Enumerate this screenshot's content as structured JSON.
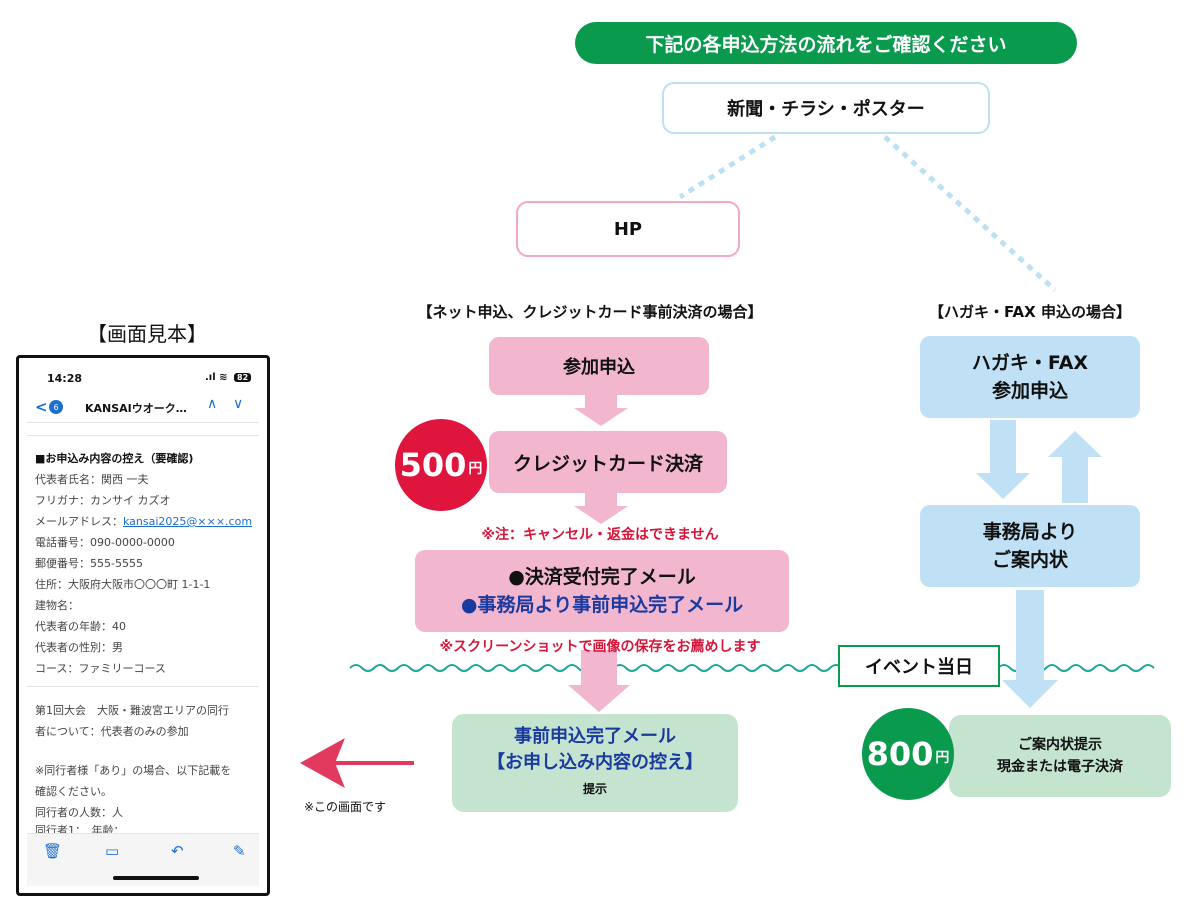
{
  "banner": "下記の各申込方法の流れをご確認ください",
  "source_box": "新聞・チラシ・ポスター",
  "hp_box": "HP",
  "section_net": "【ネット申込、クレジットカード事前決済の場合】",
  "section_fax": "【ハガキ・FAX 申込の場合】",
  "net_flow": {
    "apply": "参加申込",
    "price_num": "500",
    "price_unit": "円",
    "credit": "クレジットカード決済",
    "note_cancel": "※注：キャンセル・返金はできません",
    "mail_line1": "●決済受付完了メール",
    "mail_line2": "●事務局より事前申込完了メール",
    "note_screenshot": "※スクリーンショットで画像の保存をお薦めします",
    "prior_line1": "事前申込完了メール",
    "prior_line2": "【お申し込み内容の控え】",
    "prior_line3": "提示"
  },
  "fax_flow": {
    "apply_line1": "ハガキ・FAX",
    "apply_line2": "参加申込",
    "office_line1": "事務局より",
    "office_line2": "ご案内状",
    "price_num": "800",
    "price_unit": "円",
    "present_line1": "ご案内状提示",
    "present_line2": "現金または電子決済"
  },
  "event_day": "イベント当日",
  "screen_label": "【画面見本】",
  "caption": "※この画面です",
  "phone": {
    "time": "14:28",
    "signal": ".ıl",
    "wifi": "≋",
    "battery": "82",
    "back_badge": "6",
    "mail_title": "KANSAIウオーク…",
    "mail_lines": [
      "■お申込み内容の控え（要確認)",
      "代表者氏名：関西 一夫",
      "フリガナ：カンサイ カズオ",
      "メールアドレス：",
      "電話番号：090-0000-0000",
      "郵便番号：555-5555",
      "住所：大阪府大阪市〇〇〇町 1-1-1",
      "建物名：",
      "代表者の年齢：40",
      "代表者の性別：男",
      "コース：ファミリーコース",
      "第1回大会　大阪・難波宮エリアの同行",
      "者について：代表者のみの参加",
      "※同行者様「あり」の場合、以下記載を",
      "確認ください。",
      "同行者の人数：人",
      "同行者1：　年齢："
    ],
    "email_link": "kansai2025@×××.com",
    "toolbar": [
      "trash-icon",
      "folder-icon",
      "reply-icon",
      "compose-icon"
    ]
  },
  "colors": {
    "green": "#0a9a4e",
    "pink": "#f3b6cf",
    "light_blue": "#bfe0f5",
    "light_green": "#c4e4cf",
    "red": "#e0153d",
    "navy": "#1a3aa0"
  }
}
